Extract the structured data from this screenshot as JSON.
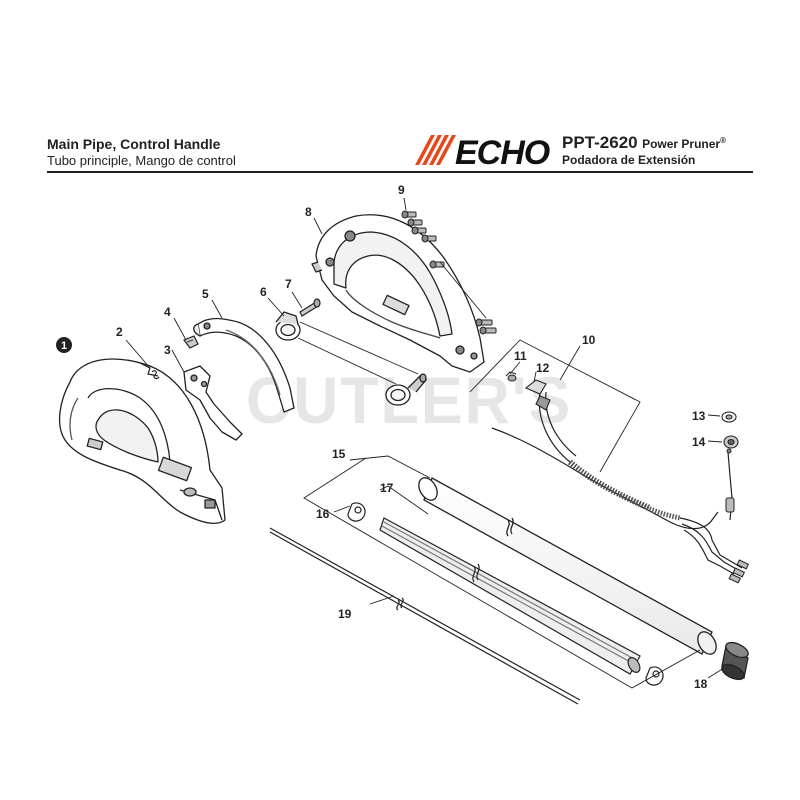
{
  "header": {
    "title": "Main Pipe, Control Handle",
    "subtitle": "Tubo principle, Mango de control",
    "brand": "ECHO",
    "model": "PPT-2620",
    "product": "Power Pruner",
    "product_mark": "®",
    "product_es": "Podadora de Extensión",
    "brand_color": "#e8471a"
  },
  "watermark": "CUTLER'S",
  "callouts": {
    "c1": "1",
    "c2": "2",
    "c3": "3",
    "c4": "4",
    "c5": "5",
    "c6": "6",
    "c7": "7",
    "c8": "8",
    "c9": "9",
    "c10": "10",
    "c11": "11",
    "c12": "12",
    "c13": "13",
    "c14": "14",
    "c15": "15",
    "c16": "16",
    "c17": "17",
    "c18": "18",
    "c19": "19"
  }
}
